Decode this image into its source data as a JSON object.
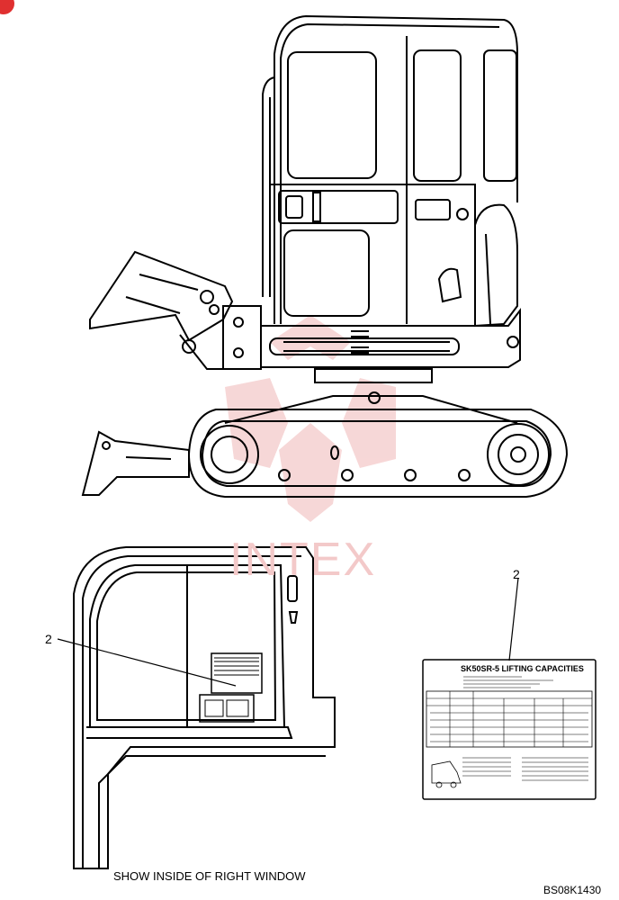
{
  "figure": {
    "caption": "SHOW INSIDE OF RIGHT WINDOW",
    "drawing_number": "BS08K1430",
    "watermark": "INTEX"
  },
  "callouts": [
    {
      "label": "2"
    },
    {
      "label": "2"
    }
  ],
  "capacity_plate": {
    "title": "SK50SR-5 LIFTING CAPACITIES"
  },
  "colors": {
    "line": "#000000",
    "watermark": "#f3c9c9",
    "corner_mark": "#e03030"
  }
}
